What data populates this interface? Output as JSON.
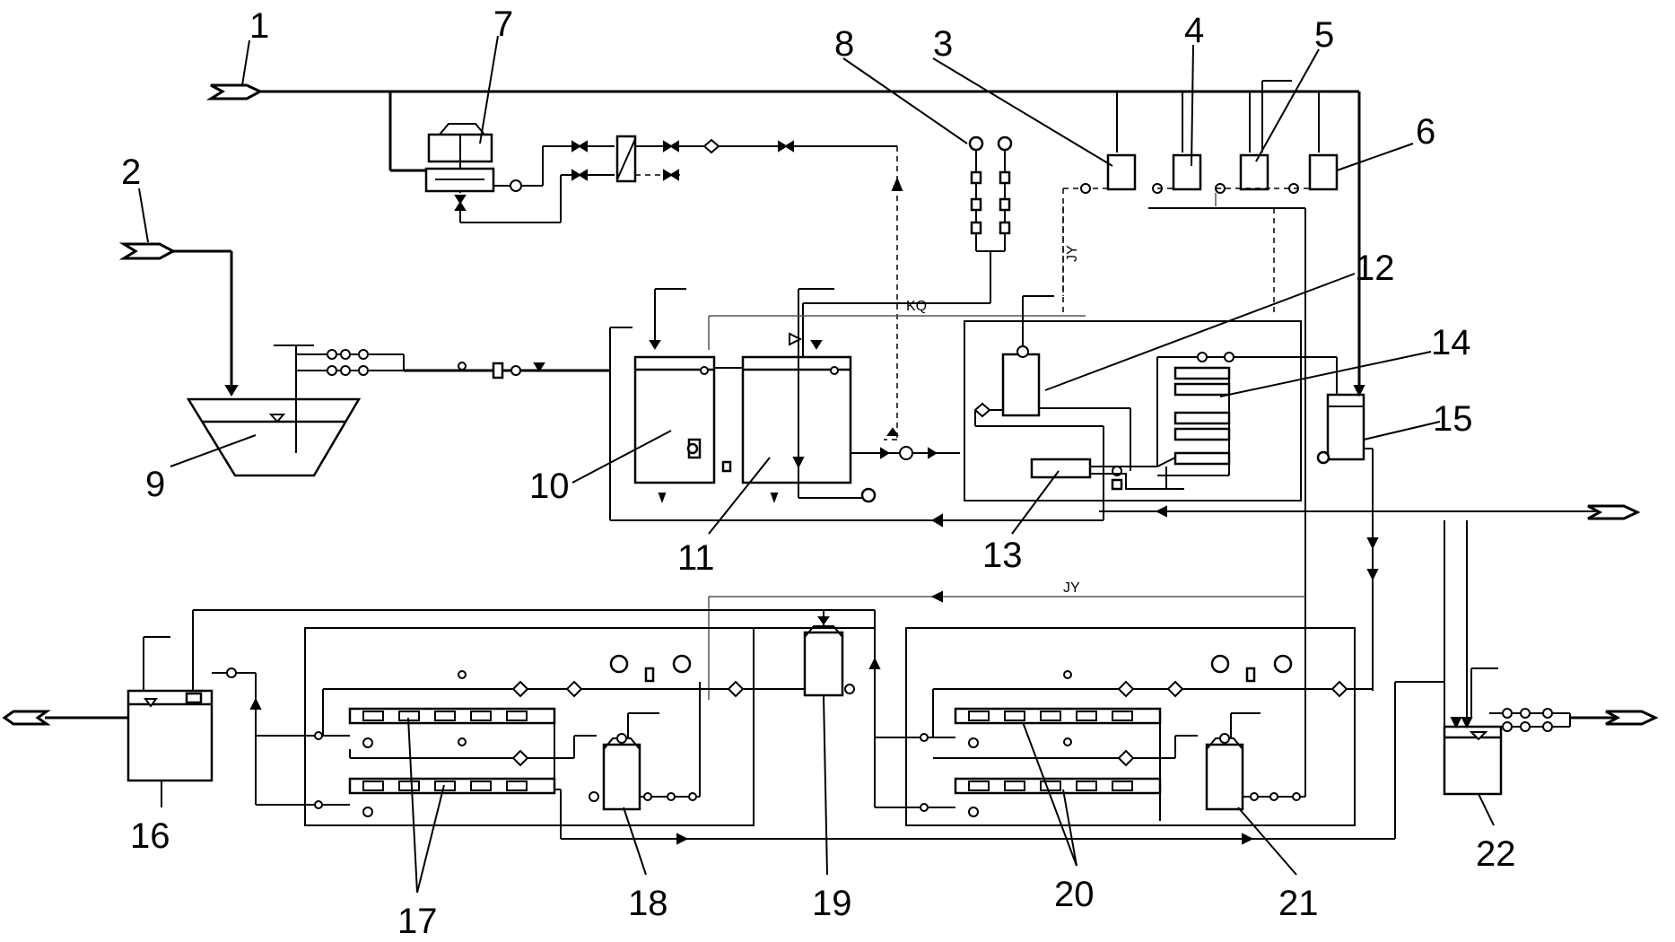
{
  "diagram": {
    "component_labels": [
      "1",
      "2",
      "3",
      "4",
      "5",
      "6",
      "7",
      "8",
      "9",
      "10",
      "11",
      "12",
      "13",
      "14",
      "15",
      "16",
      "17",
      "18",
      "19",
      "20",
      "21",
      "22"
    ],
    "line_tags": {
      "jy_upper": "JY",
      "kq": "KQ",
      "jy_lower": "JY"
    }
  }
}
